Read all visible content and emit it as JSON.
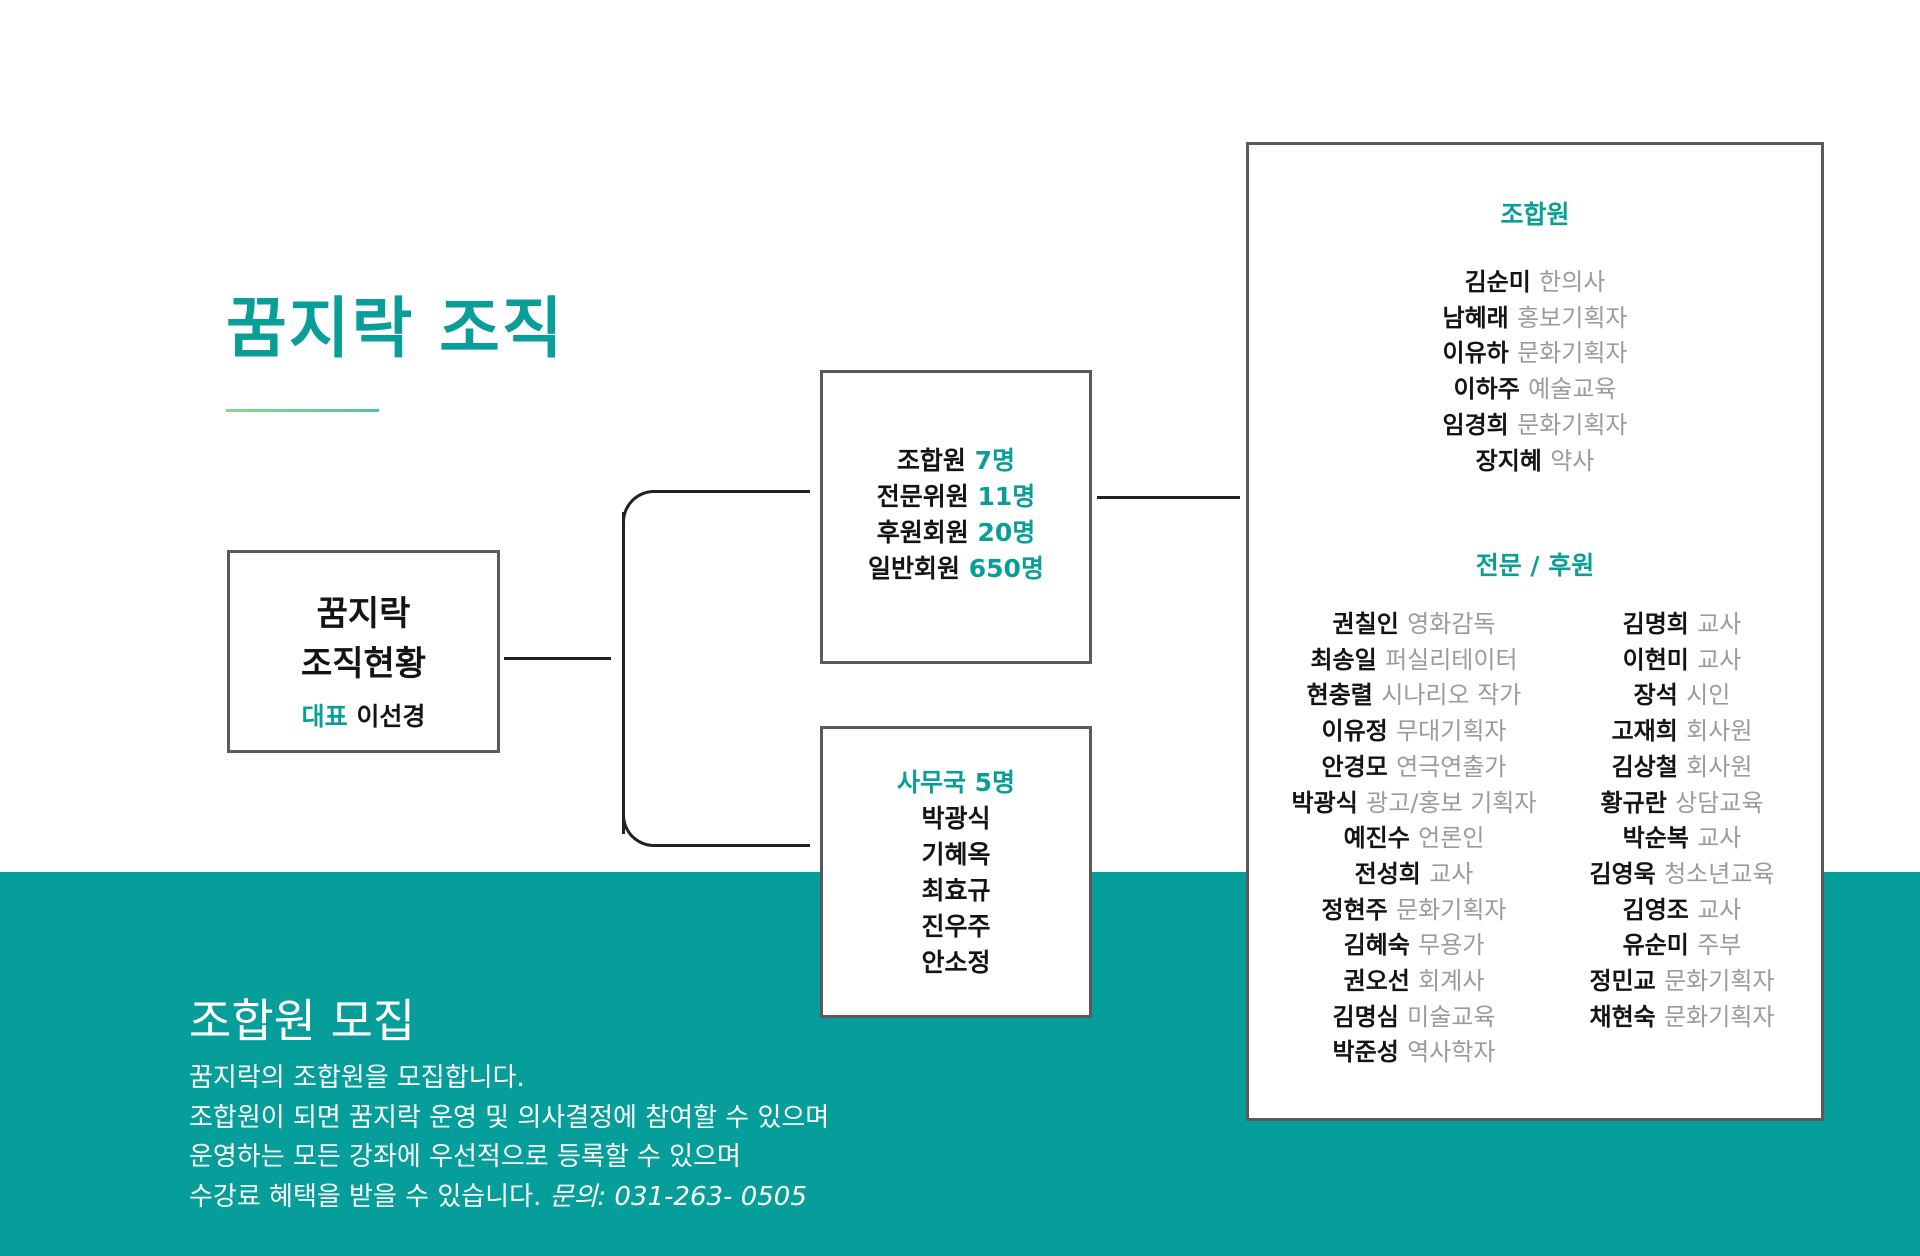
{
  "title": "꿈지락 조직",
  "root": {
    "line1": "꿈지락",
    "line2": "조직현황",
    "rep_label": "대표",
    "rep_name": "이선경"
  },
  "summary": [
    {
      "label": "조합원",
      "count": "7명"
    },
    {
      "label": "전문위원",
      "count": "11명"
    },
    {
      "label": "후원회원",
      "count": "20명"
    },
    {
      "label": "일반회원",
      "count": "650명"
    }
  ],
  "office": {
    "title": "사무국 5명",
    "members": [
      "박광식",
      "기혜옥",
      "최효규",
      "진우주",
      "안소정"
    ]
  },
  "members_panel": {
    "cooperative_title": "조합원",
    "cooperative": [
      {
        "name": "김순미",
        "role": "한의사"
      },
      {
        "name": "남혜래",
        "role": "홍보기획자"
      },
      {
        "name": "이유하",
        "role": "문화기획자"
      },
      {
        "name": "이하주",
        "role": "예술교육"
      },
      {
        "name": "임경희",
        "role": "문화기획자"
      },
      {
        "name": "장지혜",
        "role": "약사"
      }
    ],
    "expert_title": "전문 / 후원",
    "experts_left": [
      {
        "name": "권칠인",
        "role": "영화감독"
      },
      {
        "name": "최송일",
        "role": "퍼실리테이터"
      },
      {
        "name": "현충렬",
        "role": "시나리오 작가"
      },
      {
        "name": "이유정",
        "role": "무대기획자"
      },
      {
        "name": "안경모",
        "role": "연극연출가"
      },
      {
        "name": "박광식",
        "role": "광고/홍보 기획자"
      },
      {
        "name": "예진수",
        "role": "언론인"
      },
      {
        "name": "전성희",
        "role": "교사"
      },
      {
        "name": "정현주",
        "role": "문화기획자"
      },
      {
        "name": "김혜숙",
        "role": "무용가"
      },
      {
        "name": "권오선",
        "role": "회계사"
      },
      {
        "name": "김명심",
        "role": "미술교육"
      },
      {
        "name": "박준성",
        "role": "역사학자"
      }
    ],
    "experts_right": [
      {
        "name": "김명희",
        "role": "교사"
      },
      {
        "name": "이현미",
        "role": "교사"
      },
      {
        "name": "장석",
        "role": "시인"
      },
      {
        "name": "고재희",
        "role": "회사원"
      },
      {
        "name": "김상철",
        "role": "회사원"
      },
      {
        "name": "황규란",
        "role": "상담교육"
      },
      {
        "name": "박순복",
        "role": "교사"
      },
      {
        "name": "김영욱",
        "role": "청소년교육"
      },
      {
        "name": "김영조",
        "role": "교사"
      },
      {
        "name": "유순미",
        "role": "주부"
      },
      {
        "name": "정민교",
        "role": "문화기획자"
      },
      {
        "name": "채현숙",
        "role": "문화기획자"
      }
    ]
  },
  "recruit": {
    "title": "조합원 모집",
    "lines": [
      "꿈지락의 조합원을 모집합니다.",
      "조합원이 되면 꿈지락 운영 및 의사결정에 참여할 수 있으며",
      "운영하는 모든 강좌에 우선적으로 등록할 수 있으며",
      "수강료 혜택을 받을 수 있습니다."
    ],
    "contact": "문의: 031-263- 0505"
  },
  "colors": {
    "accent": "#0a9e98",
    "band": "#069e9b",
    "role_text": "#9b9b9b",
    "box_border": "#5a5a5a"
  }
}
